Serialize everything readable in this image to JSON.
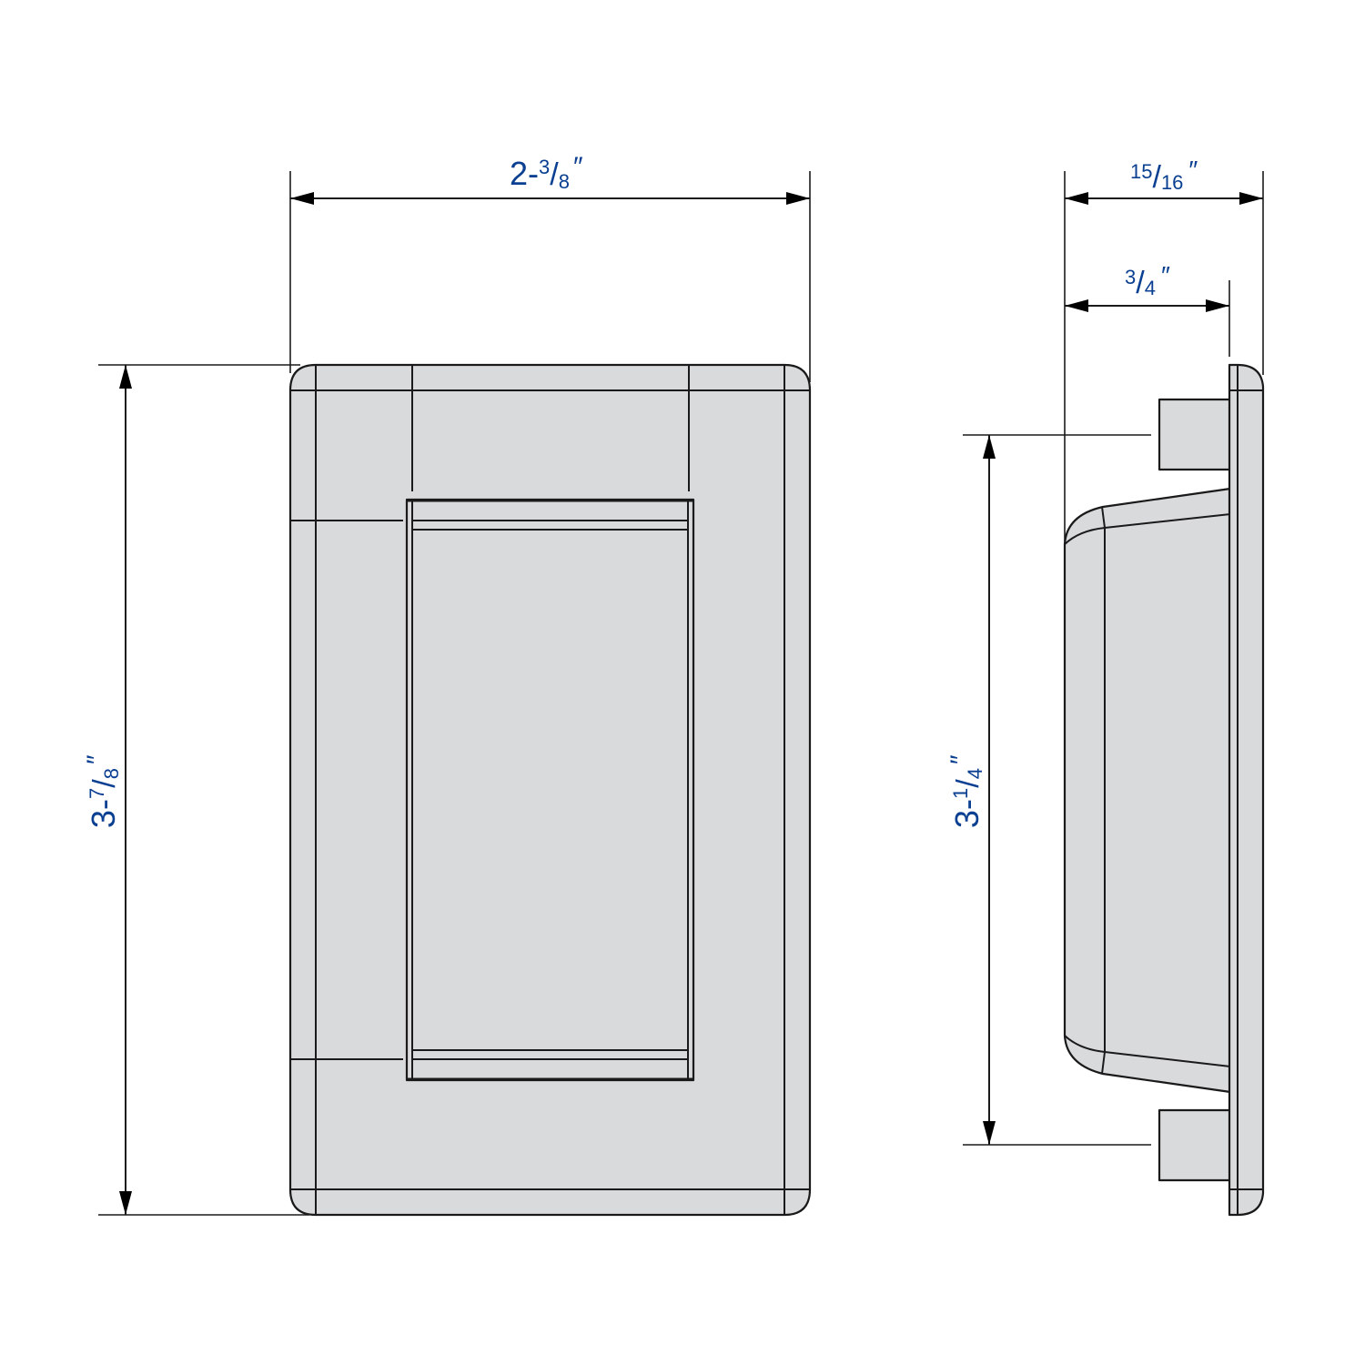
{
  "drawing": {
    "type": "dimensioned technical drawing",
    "views": [
      "front-view",
      "side-view"
    ],
    "colors": {
      "part_fill": "#d9dadc",
      "line": "#1a1a1a",
      "dimension_text": "#0a3f91",
      "background": "#ffffff"
    }
  },
  "dimensions": {
    "front_width": {
      "whole": "2-",
      "num": "3",
      "den": "8",
      "inch": "″",
      "full": "2-3/8″"
    },
    "front_height": {
      "whole": "3-",
      "num": "7",
      "den": "8",
      "inch": "″",
      "full": "3-7/8″"
    },
    "side_overall_depth": {
      "whole": "",
      "num": "15",
      "den": "16",
      "inch": "″",
      "full": "15/16″"
    },
    "side_box_depth": {
      "whole": "",
      "num": "3",
      "den": "4",
      "inch": "″",
      "full": "3/4″"
    },
    "side_mount_spacing": {
      "whole": "3-",
      "num": "1",
      "den": "4",
      "inch": "″",
      "full": "3-1/4″"
    }
  }
}
